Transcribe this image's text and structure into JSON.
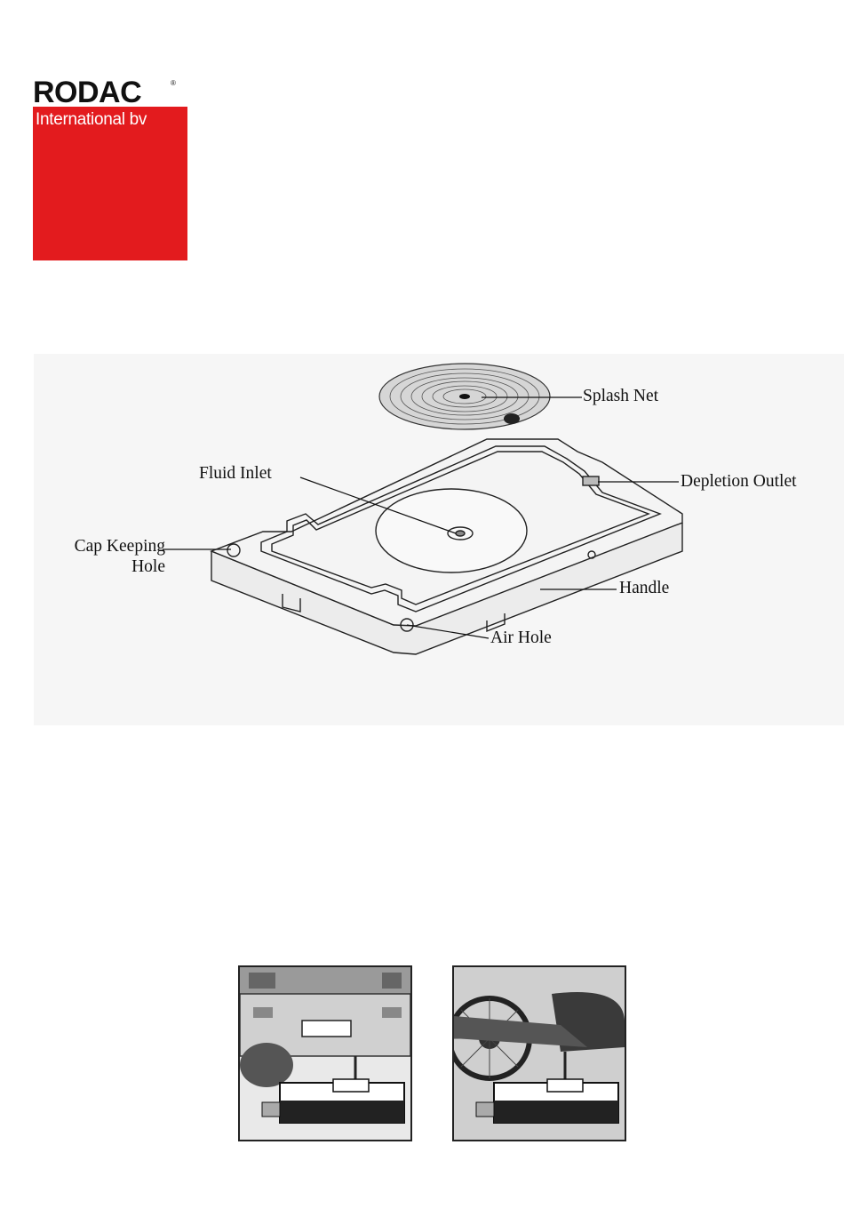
{
  "logo": {
    "brand": "RODAC",
    "registered": "®",
    "subtitle": "International bv",
    "box_color": "#e31b1e"
  },
  "diagram": {
    "labels": {
      "splash_net": "Splash Net",
      "fluid_inlet": "Fluid Inlet",
      "depletion_outlet": "Depletion Outlet",
      "cap_keeping_hole_line1": "Cap Keeping",
      "cap_keeping_hole_line2": "Hole",
      "handle": "Handle",
      "air_hole": "Air Hole"
    }
  },
  "photos": [
    {
      "subject": "car-drain-illustration"
    },
    {
      "subject": "motorcycle-drain-illustration"
    }
  ]
}
